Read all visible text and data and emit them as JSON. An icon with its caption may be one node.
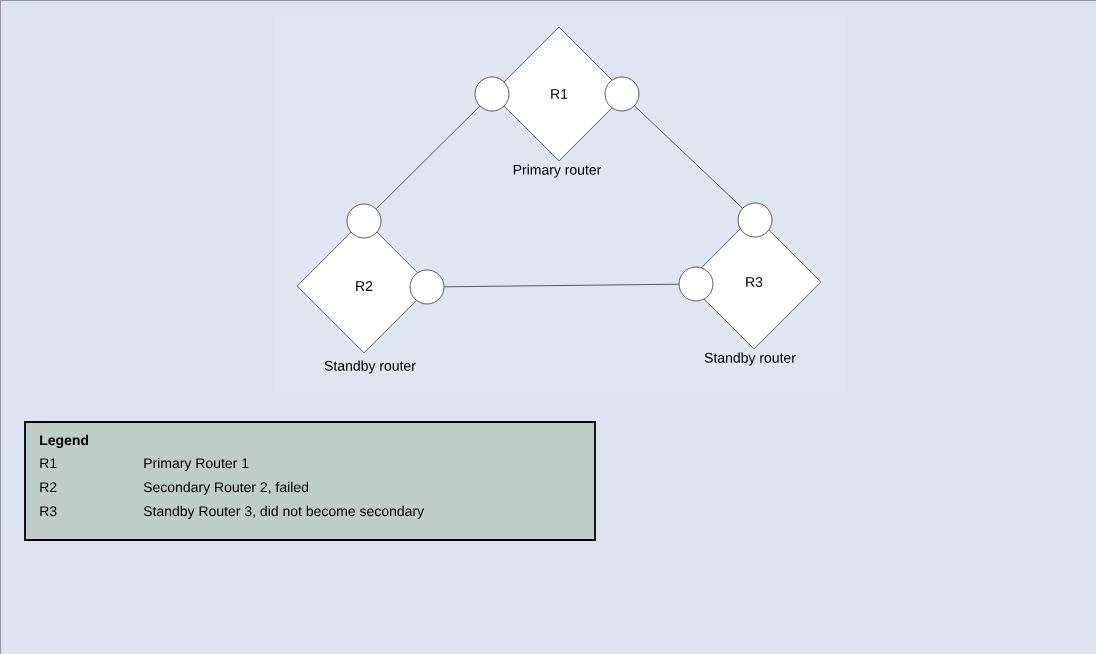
{
  "diagram": {
    "nodes": [
      {
        "text": [
          "R1"
        ],
        "beside": [
          "Primary router"
        ]
      },
      {
        "text": [],
        "shape": "circle"
      },
      {
        "text": [],
        "shape": "circle"
      },
      {
        "text": [],
        "shape": "circle"
      },
      {
        "text": [],
        "shape": "circle"
      },
      {
        "text": [
          "R2"
        ],
        "beside": [
          "Standby router"
        ]
      },
      {
        "text": [],
        "shape": "circle"
      },
      {
        "text": [],
        "shape": "circle"
      },
      {
        "text": [
          "R3"
        ],
        "beside": [
          "Standby router"
        ]
      }
    ],
    "edges": [
      {
        "from": 1,
        "to": 3,
        "arrow": "none"
      },
      {
        "from": 2,
        "to": 4,
        "arrow": "none"
      },
      {
        "from": 6,
        "to": 7,
        "arrow": "none"
      }
    ],
    "labels": [
      "Legend",
      "R1",
      "Primary Router 1",
      "R2",
      "Secondary Router 2, failed",
      "R3",
      "Standby Router 3, did not become secondary"
    ]
  }
}
